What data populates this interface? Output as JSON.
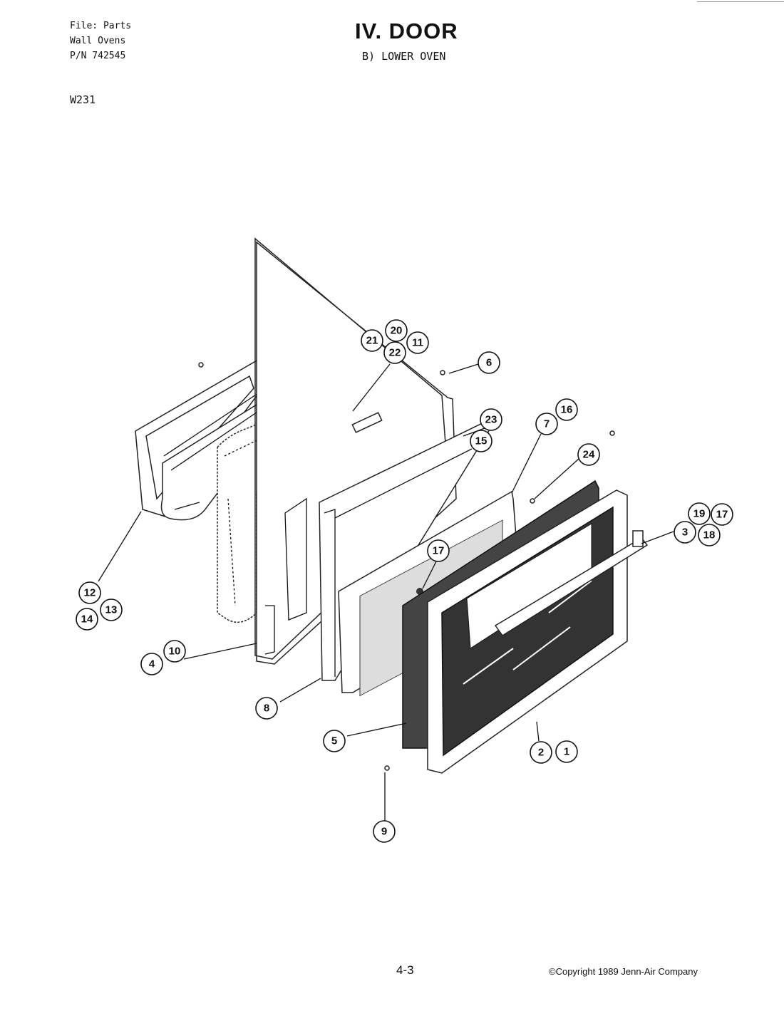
{
  "header": {
    "file_line": "File: Parts",
    "product_line": "Wall Ovens",
    "pn_line": "P/N 742545",
    "model": "W231",
    "title": "IV. DOOR",
    "subtitle": "B) LOWER OVEN"
  },
  "footer": {
    "page_number": "4-3",
    "copyright": "©Copyright 1989 Jenn-Air Company"
  },
  "callouts": [
    "20",
    "21",
    "11",
    "22",
    "6",
    "23",
    "16",
    "7",
    "15",
    "24",
    "19",
    "17",
    "3",
    "18",
    "17",
    "12",
    "13",
    "14",
    "4",
    "10",
    "8",
    "5",
    "2",
    "1",
    "9"
  ]
}
